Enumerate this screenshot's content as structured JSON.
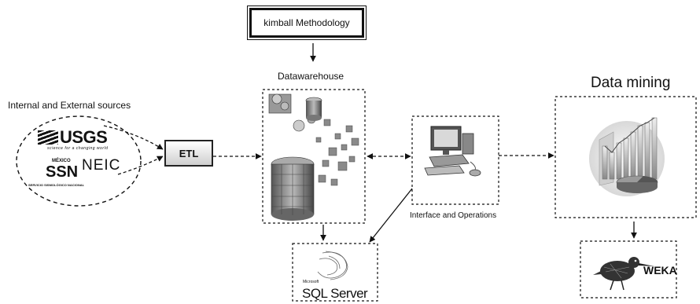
{
  "methodology": {
    "label": "kimball Methodology"
  },
  "sources": {
    "title": "Internal and External  sources",
    "logos": {
      "usgs": "USGS",
      "usgs_tagline": "science for a changing world",
      "ssn": "SSN",
      "mexico": "MÉXICO",
      "ssn_subtitle": "SERVICIO SISMOLÓGICO NACIONAL",
      "neic": "NEIC"
    }
  },
  "etl": {
    "label": "ETL"
  },
  "warehouse": {
    "title": "Datawarehouse"
  },
  "interface": {
    "label": "Interface and Operations"
  },
  "mining": {
    "title": "Data mining"
  },
  "sqlserver": {
    "microsoft": "Microsoft",
    "label": "SQL Server"
  },
  "weka": {
    "label": "WEKA"
  },
  "icons": [
    "database-cubes-icon",
    "computer-icon",
    "bar-chart-icon",
    "weka-bird-icon",
    "sql-server-logo-icon"
  ]
}
